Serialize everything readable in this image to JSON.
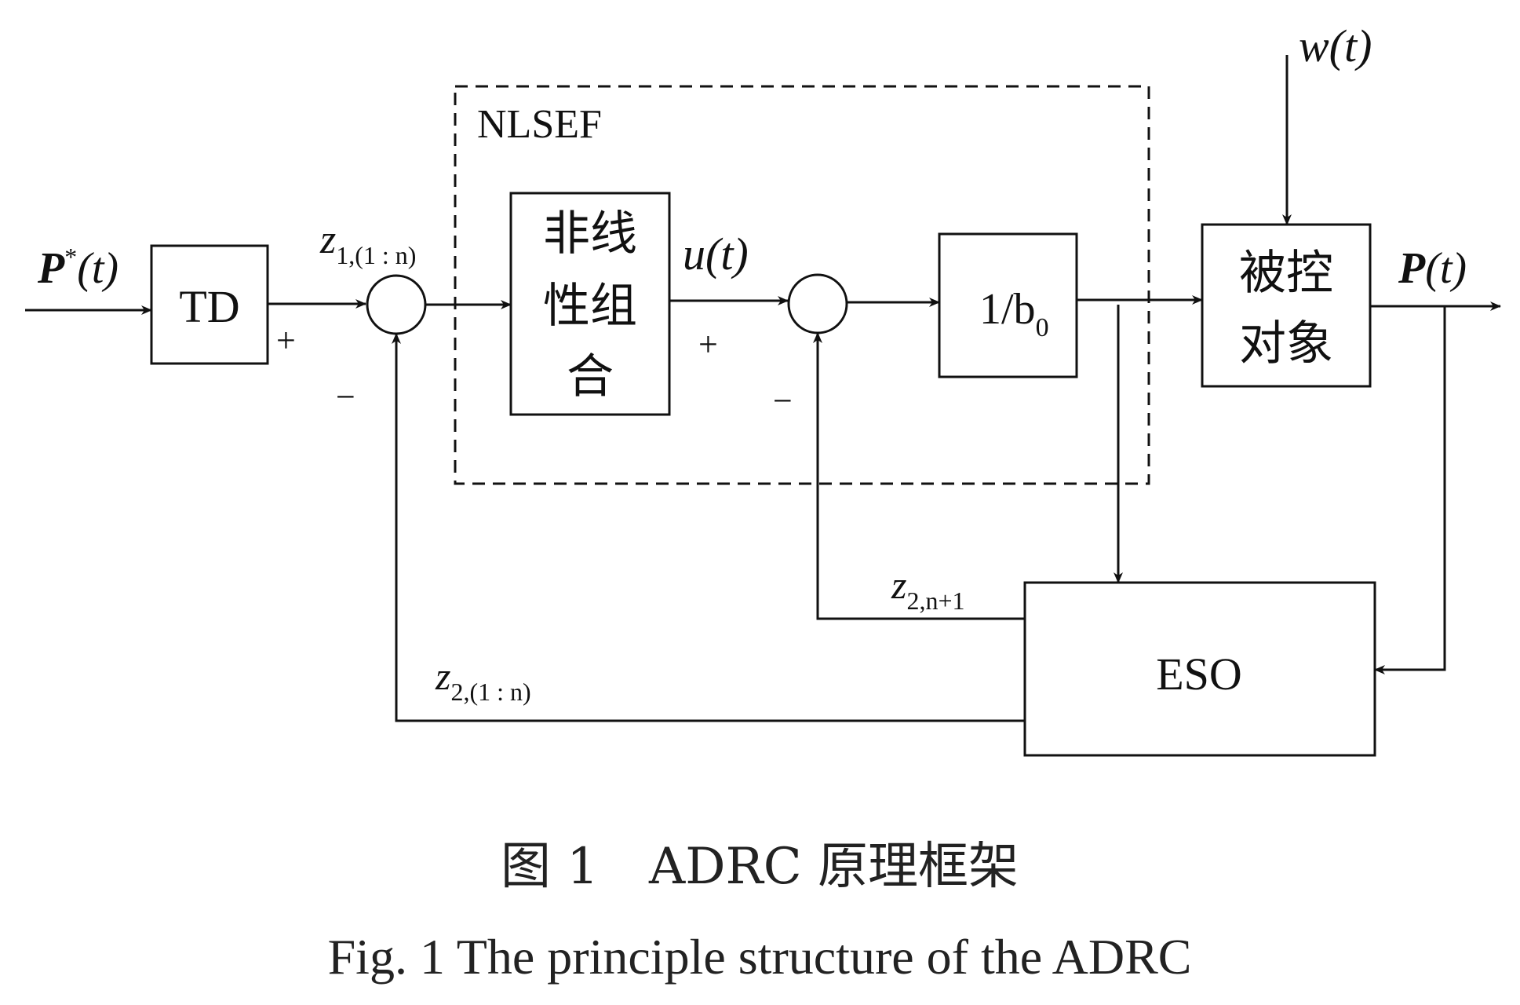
{
  "diagram": {
    "input_label": {
      "bold": "P",
      "sup": "*",
      "rest": "(t)"
    },
    "td_label": "TD",
    "z1_label": {
      "base": "z",
      "sub": "1,(1 : n)"
    },
    "sign_plus_1": "+",
    "sign_minus_1": "−",
    "nlsef_label": "NLSEF",
    "nonlinear_lines": [
      "非线",
      "性组",
      "合"
    ],
    "u_label": "u(t)",
    "sign_plus_2": "+",
    "sign_minus_2": "−",
    "gain_label": {
      "main": "1/b",
      "sub": "0"
    },
    "disturbance_label": "w(t)",
    "plant_lines": [
      "被控",
      "对象"
    ],
    "output_label": {
      "bold": "P",
      "rest": "(t)"
    },
    "eso_label": "ESO",
    "z2n1_label": {
      "base": "z",
      "sub": "2,n+1"
    },
    "z2_label": {
      "base": "z",
      "sub": "2,(1 : n)"
    }
  },
  "caption": {
    "cn": "图 1　ADRC 原理框架",
    "en": "Fig. 1   The principle structure of the ADRC"
  }
}
